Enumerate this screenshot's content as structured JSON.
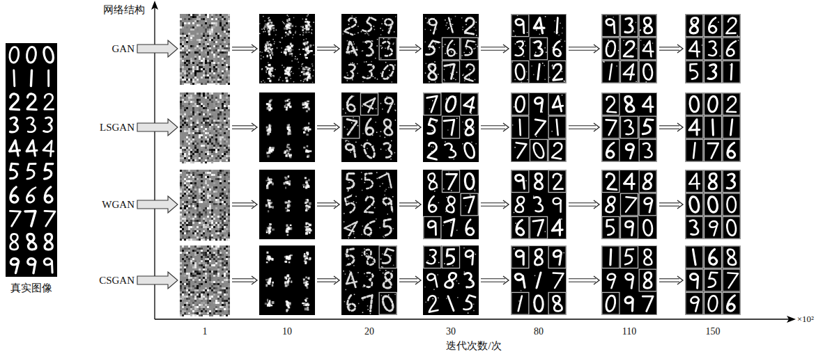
{
  "diagram": {
    "labels": [
      "网络结构",
      "GAN",
      "LSGAN",
      "WGAN",
      "CSGAN",
      "1",
      "10",
      "20",
      "30",
      "80",
      "110",
      "150",
      "迭代次数/次",
      "×10²",
      "真实图像"
    ]
  }
}
